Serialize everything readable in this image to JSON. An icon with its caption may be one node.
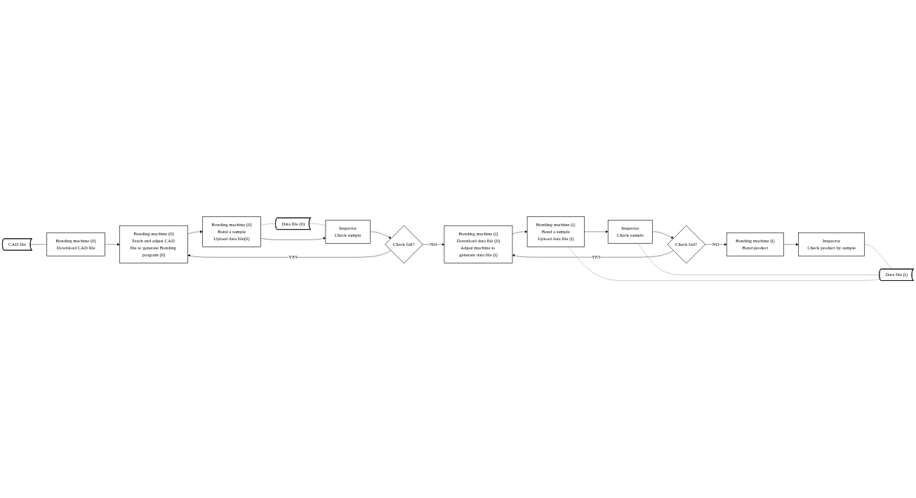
{
  "diagram": {
    "nodes": [
      {
        "text": [
          "CAD file"
        ]
      },
      {
        "text": [
          "Bonding machine (0)",
          "Download CAD file"
        ]
      },
      {
        "text": [
          "Bonding machine (0)",
          "Teach and adjust CAD file to generate Bonding program (0)"
        ]
      },
      {
        "text": [
          "Data file (0)"
        ]
      },
      {
        "text": [
          "Bonding machine (0)",
          "Bond a sample",
          "Upload data file(0)"
        ]
      },
      {
        "text": [
          "Inspector",
          "Check sample"
        ]
      },
      {
        "text": [
          "Check fail?"
        ]
      },
      {
        "text": [
          "Bonding machine (i)",
          "Download data file (0)",
          "Adjust machine to generate data file (i)"
        ]
      },
      {
        "text": [
          "Bonding machine (i)",
          "Bond a sample",
          "Upload data file (i)"
        ]
      },
      {
        "text": [
          "Inspector",
          "Check sample"
        ]
      },
      {
        "text": [
          "Check fail?"
        ]
      },
      {
        "text": [
          "Bonding machine (i)",
          "Bond product"
        ]
      },
      {
        "text": [
          "Inspector",
          "Check product by sample"
        ]
      },
      {
        "text": [
          "Data file (i)"
        ]
      }
    ],
    "edges": [
      {
        "from": 0,
        "to": 1,
        "arrow": "none"
      },
      {
        "from": 1,
        "to": 2,
        "arrow": "to"
      },
      {
        "from": 2,
        "to": 4,
        "arrow": "to"
      },
      {
        "from": 4,
        "to": 3,
        "arrow": "none",
        "style": "dashed"
      },
      {
        "from": 3,
        "to": 5,
        "arrow": "none",
        "style": "dashed"
      },
      {
        "from": 4,
        "to": 5,
        "arrow": "to"
      },
      {
        "from": 5,
        "to": 6,
        "arrow": "to"
      },
      {
        "from": 6,
        "to": 2,
        "arrow": "to",
        "label": "YES"
      },
      {
        "from": 6,
        "to": 7,
        "arrow": "to",
        "label": "NO"
      },
      {
        "from": 7,
        "to": 8,
        "arrow": "to"
      },
      {
        "from": 8,
        "to": 9,
        "arrow": "to"
      },
      {
        "from": 9,
        "to": 10,
        "arrow": "to"
      },
      {
        "from": 10,
        "to": 7,
        "arrow": "to",
        "label": "YES"
      },
      {
        "from": 10,
        "to": 11,
        "arrow": "to",
        "label": "NO"
      },
      {
        "from": 11,
        "to": 12,
        "arrow": "to"
      },
      {
        "from": 12,
        "to": 13,
        "arrow": "none",
        "style": "dashed"
      },
      {
        "from": 9,
        "to": 13,
        "arrow": "none",
        "style": "dashed"
      },
      {
        "from": 8,
        "to": 13,
        "arrow": "none",
        "style": "dashed"
      }
    ]
  }
}
